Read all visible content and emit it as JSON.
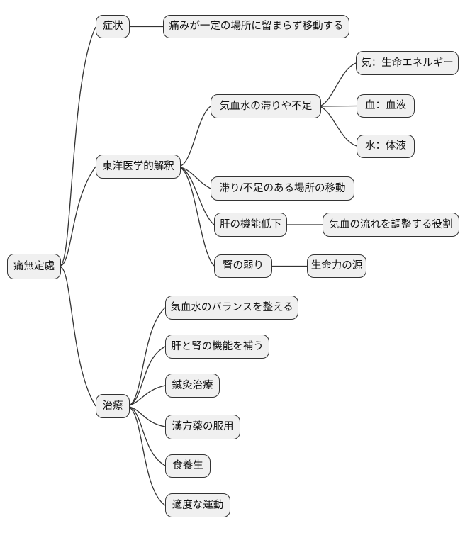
{
  "diagram": {
    "type": "mindmap",
    "language": "ja",
    "colors": {
      "node_fill": "#f0f0f0",
      "node_border": "#333333",
      "edge": "#333333",
      "background": "#ffffff"
    },
    "nodes": {
      "root": "痛無定處",
      "symptom": "症状",
      "symptom_desc": "痛みが一定の場所に留まらず移動する",
      "interpretation": "東洋医学的解釈",
      "qi_blood_water": "気血水の滞りや不足",
      "qi": "気：生命エネルギー",
      "blood": "血：血液",
      "water": "水：体液",
      "movement": "滞り/不足のある場所の移動",
      "liver": "肝の機能低下",
      "liver_desc": "気血の流れを調整する役割",
      "kidney": "腎の弱り",
      "kidney_desc": "生命力の源",
      "treatment": "治療",
      "treatment_items": [
        "気血水のバランスを整える",
        "肝と腎の機能を補う",
        "鍼灸治療",
        "漢方薬の服用",
        "食養生",
        "適度な運動"
      ]
    },
    "hierarchy": {
      "痛無定處": {
        "症状": [
          "痛みが一定の場所に留まらず移動する"
        ],
        "東洋医学的解釈": {
          "気血水の滞りや不足": [
            "気：生命エネルギー",
            "血：血液",
            "水：体液"
          ],
          "滞り/不足のある場所の移動": [],
          "肝の機能低下": [
            "気血の流れを調整する役割"
          ],
          "腎の弱り": [
            "生命力の源"
          ]
        },
        "治療": [
          "気血水のバランスを整える",
          "肝と腎の機能を補う",
          "鍼灸治療",
          "漢方薬の服用",
          "食養生",
          "適度な運動"
        ]
      }
    }
  }
}
